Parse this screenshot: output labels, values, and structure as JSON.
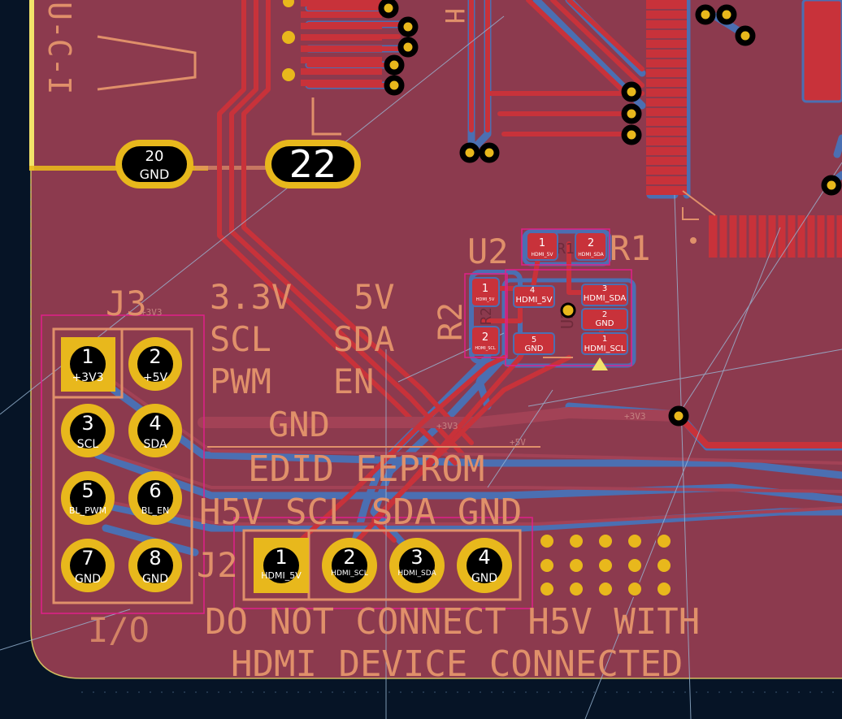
{
  "colors": {
    "background": "#061426",
    "board": "#8c3a4e",
    "copper_front": "#c8323a",
    "copper_back": "#4b6fb2",
    "silkscreen": "#e0906a",
    "pad": "#e8b81c",
    "courtyard": "#e0208a",
    "ratsnest": "#9ab8d6",
    "edge_cuts": "#f2e36a"
  },
  "silkscreen": {
    "label_usb": "U-C-I",
    "label_v": "V",
    "label_h": "H",
    "label_j3": "J3",
    "label_u2": "U2",
    "label_r1": "R1",
    "label_r2": "R2",
    "label_j2": "J2",
    "label_io": "I/O",
    "io_row1": "3.3V   5V",
    "io_row2": "SCL   SDA",
    "io_row3": "PWM   EN",
    "io_row4": "GND",
    "edid": "EDID EEPROM",
    "hdmi_pins": "H5V SCL SDA GND",
    "warning_line1": "DO NOT CONNECT H5V WITH",
    "warning_line2": "HDMI DEVICE CONNECTED",
    "net_3v3_a": "+3V3",
    "net_3v3_b": "+3V3",
    "net_3v3_c": "+3V3",
    "net_5v": "+5V",
    "u2_ghost": "U2",
    "r1_ghost": "R1",
    "r2_ghost": "R2"
  },
  "large_pads": {
    "p20_num": "20",
    "p20_net": "GND",
    "p22_num": "22"
  },
  "j3": {
    "pins": [
      {
        "num": "1",
        "net": "+3V3"
      },
      {
        "num": "2",
        "net": "+5V"
      },
      {
        "num": "3",
        "net": "SCL"
      },
      {
        "num": "4",
        "net": "SDA"
      },
      {
        "num": "5",
        "net": "BL_PWM"
      },
      {
        "num": "6",
        "net": "BL_EN"
      },
      {
        "num": "7",
        "net": "GND"
      },
      {
        "num": "8",
        "net": "GND"
      }
    ]
  },
  "j2": {
    "pins": [
      {
        "num": "1",
        "net": "HDMI_5V"
      },
      {
        "num": "2",
        "net": "HDMI_SCL"
      },
      {
        "num": "3",
        "net": "HDMI_SDA"
      },
      {
        "num": "4",
        "net": "GND"
      }
    ]
  },
  "u2": {
    "pads": [
      {
        "num": "4",
        "net": "HDMI_5V"
      },
      {
        "num": "3",
        "net": "HDMI_SDA"
      },
      {
        "num": "2",
        "net": "GND"
      },
      {
        "num": "5",
        "net": "GND"
      },
      {
        "num": "1",
        "net": "HDMI_SCL"
      }
    ]
  },
  "r1": {
    "pads": [
      {
        "num": "1",
        "net": "HDMI_5V"
      },
      {
        "num": "2",
        "net": "HDMI_SDA"
      }
    ]
  },
  "r2": {
    "pads": [
      {
        "num": "1",
        "net": "HDMI_5V"
      },
      {
        "num": "2",
        "net": "HDMI_SCL"
      }
    ]
  }
}
